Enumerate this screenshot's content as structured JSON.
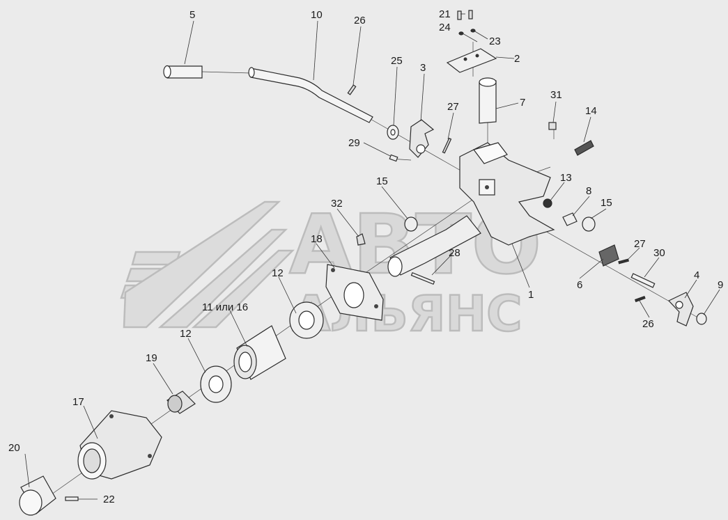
{
  "watermark": {
    "line1": "АВТО",
    "line2": "АЛЬЯНС"
  },
  "callouts": {
    "c1": "1",
    "c2": "2",
    "c3": "3",
    "c4": "4",
    "c5": "5",
    "c6": "6",
    "c7": "7",
    "c8": "8",
    "c9": "9",
    "c10": "10",
    "c11or16": "11 или 16",
    "c12a": "12",
    "c12b": "12",
    "c13": "13",
    "c14": "14",
    "c15a": "15",
    "c15b": "15",
    "c17": "17",
    "c18": "18",
    "c19": "19",
    "c20": "20",
    "c21": "21",
    "c22": "22",
    "c23": "23",
    "c24": "24",
    "c25": "25",
    "c26a": "26",
    "c26b": "26",
    "c27a": "27",
    "c27b": "27",
    "c28": "28",
    "c29": "29",
    "c30": "30",
    "c31": "31",
    "c32": "32"
  }
}
